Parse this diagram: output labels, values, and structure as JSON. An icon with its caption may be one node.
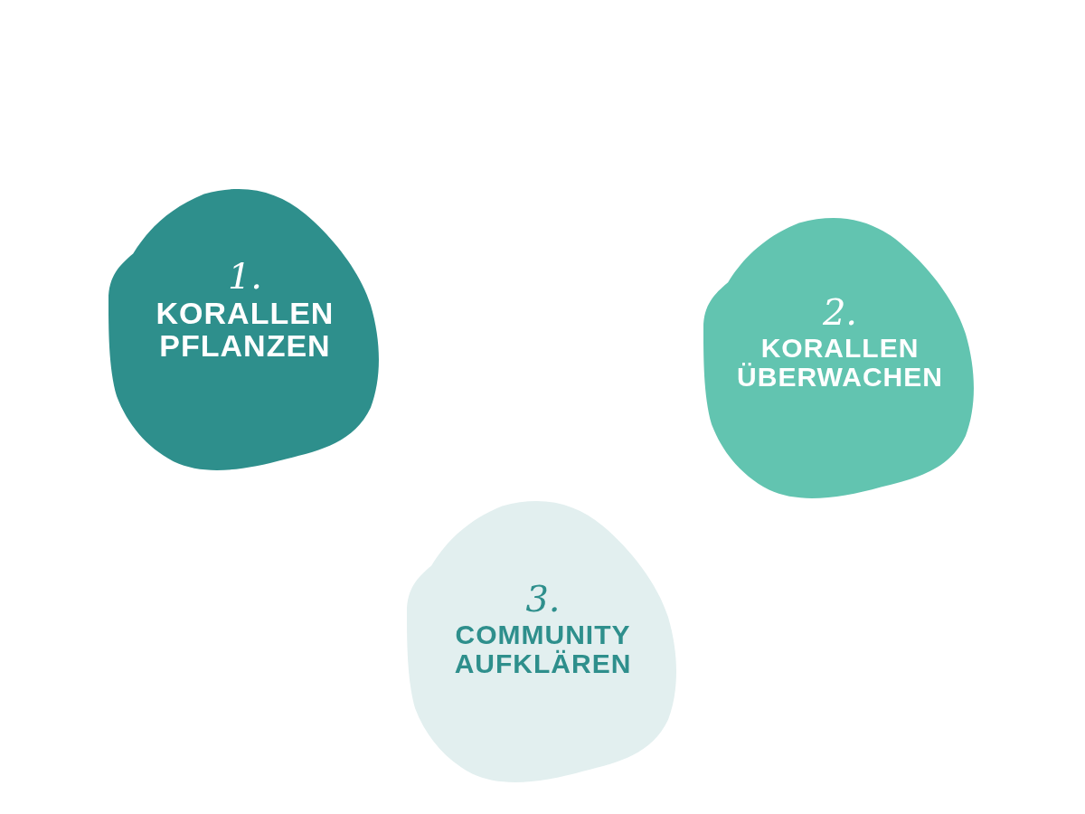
{
  "diagram": {
    "nodes": [
      {
        "text": [
          "1.",
          "KORALLEN PFLANZEN"
        ]
      },
      {
        "text": [
          "2.",
          "KORALLEN ÜBERWACHEN"
        ]
      },
      {
        "text": [
          "3.",
          "COMMUNITY AUFKLÄREN"
        ]
      }
    ]
  }
}
